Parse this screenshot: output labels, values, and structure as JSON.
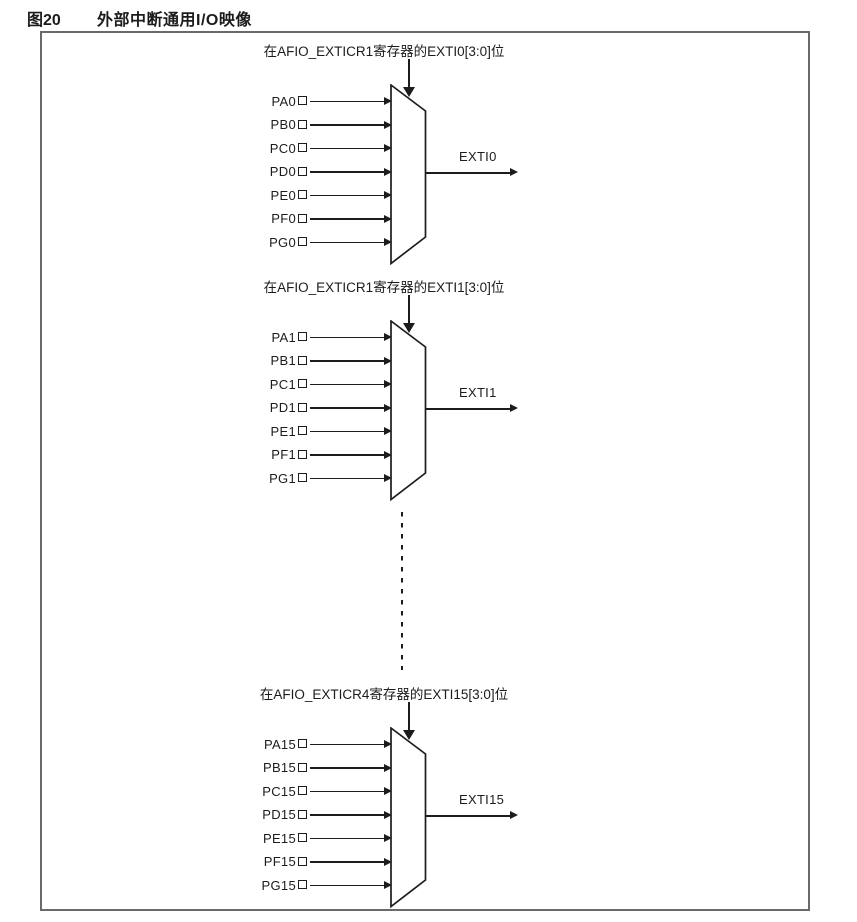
{
  "title": {
    "figure_no": "图20",
    "text": "外部中断通用I/O映像"
  },
  "blocks": [
    {
      "label": "在AFIO_EXTICR1寄存器的EXTI0[3:0]位",
      "inputs": [
        "PA0",
        "PB0",
        "PC0",
        "PD0",
        "PE0",
        "PF0",
        "PG0"
      ],
      "output": "EXTI0"
    },
    {
      "label": "在AFIO_EXTICR1寄存器的EXTI1[3:0]位",
      "inputs": [
        "PA1",
        "PB1",
        "PC1",
        "PD1",
        "PE1",
        "PF1",
        "PG1"
      ],
      "output": "EXTI1"
    },
    {
      "label": "在AFIO_EXTICR4寄存器的EXTI15[3:0]位",
      "inputs": [
        "PA15",
        "PB15",
        "PC15",
        "PD15",
        "PE15",
        "PF15",
        "PG15"
      ],
      "output": "EXTI15"
    }
  ],
  "colors": {
    "line": "#1c1c1c",
    "frame": "#6a6a6a",
    "background": "#ffffff"
  }
}
